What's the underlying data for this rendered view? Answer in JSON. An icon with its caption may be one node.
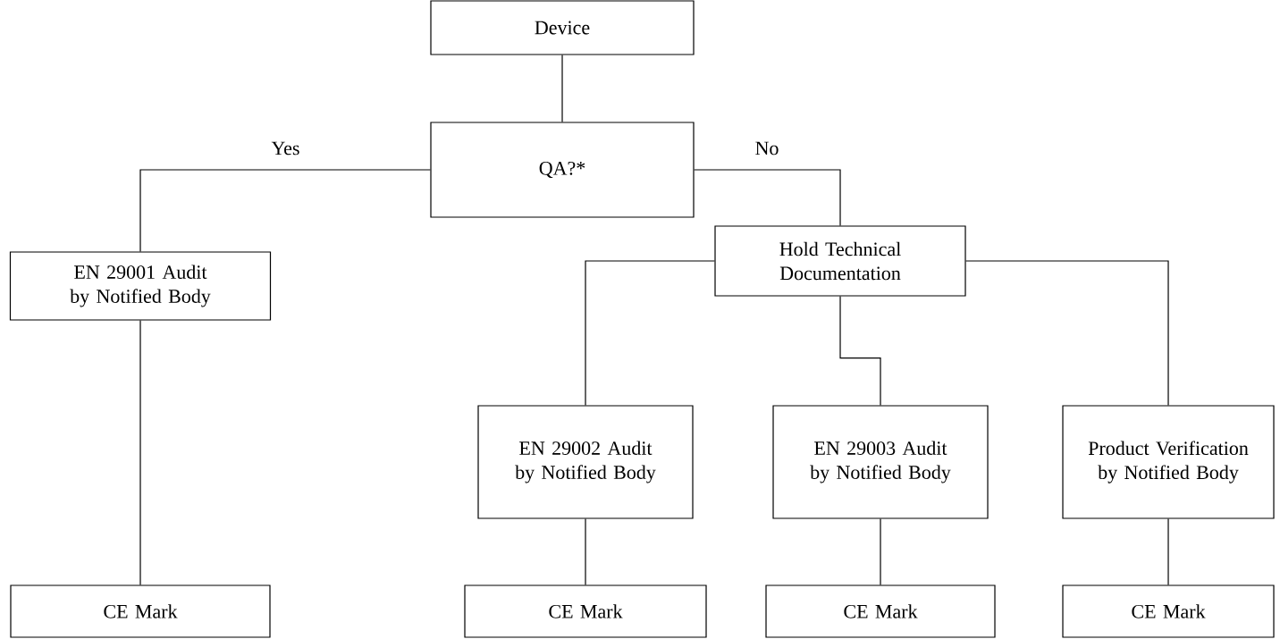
{
  "diagram": {
    "nodes": [
      {
        "text": [
          "Device"
        ]
      },
      {
        "text": [
          "QA?*"
        ]
      },
      {
        "text": [
          "EN 29001 Audit by Notified Body"
        ]
      },
      {
        "text": [
          "Hold Technical Documentation"
        ]
      },
      {
        "text": [
          "EN 29002 Audit by Notified Body"
        ]
      },
      {
        "text": [
          "EN 29003 Audit by Notified Body"
        ]
      },
      {
        "text": [
          "Product Verification by Notified Body"
        ]
      },
      {
        "text": [
          "CE Mark"
        ]
      },
      {
        "text": [
          "CE Mark"
        ]
      },
      {
        "text": [
          "CE Mark"
        ]
      },
      {
        "text": [
          "CE Mark"
        ]
      }
    ],
    "edges": [
      {
        "from": 0,
        "to": 1,
        "arrow": "none"
      },
      {
        "from": 1,
        "to": 2,
        "arrow": "none",
        "label": "Yes"
      },
      {
        "from": 1,
        "to": 3,
        "arrow": "none",
        "label": "No"
      },
      {
        "from": 3,
        "to": 4,
        "arrow": "none"
      },
      {
        "from": 3,
        "to": 5,
        "arrow": "none"
      },
      {
        "from": 3,
        "to": 6,
        "arrow": "none"
      },
      {
        "from": 2,
        "to": 7,
        "arrow": "none"
      },
      {
        "from": 4,
        "to": 8,
        "arrow": "none"
      },
      {
        "from": 5,
        "to": 9,
        "arrow": "none"
      },
      {
        "from": 6,
        "to": 10,
        "arrow": "none"
      }
    ]
  }
}
